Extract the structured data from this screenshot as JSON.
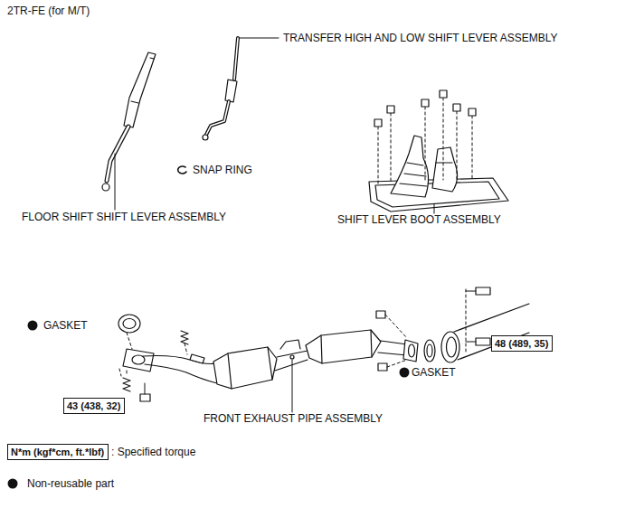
{
  "diagram": {
    "title": "2TR-FE (for M/T)",
    "nodes": [
      {
        "text": [
          "43 (438, 32)"
        ]
      },
      {
        "text": [
          "48 (489, 35)"
        ]
      },
      {
        "text": [
          "N*m (kgf*cm, ft.*lbf)"
        ]
      }
    ],
    "labels": [
      "TRANSFER HIGH AND LOW SHIFT LEVER ASSEMBLY",
      "SNAP RING",
      "FLOOR SHIFT SHIFT LEVER ASSEMBLY",
      "SHIFT LEVER BOOT ASSEMBLY",
      "GASKET",
      "GASKET",
      "FRONT EXHAUST PIPE ASSEMBLY",
      ": Specified torque"
    ],
    "legend": [
      {
        "text": "Non-reusable part"
      }
    ]
  }
}
